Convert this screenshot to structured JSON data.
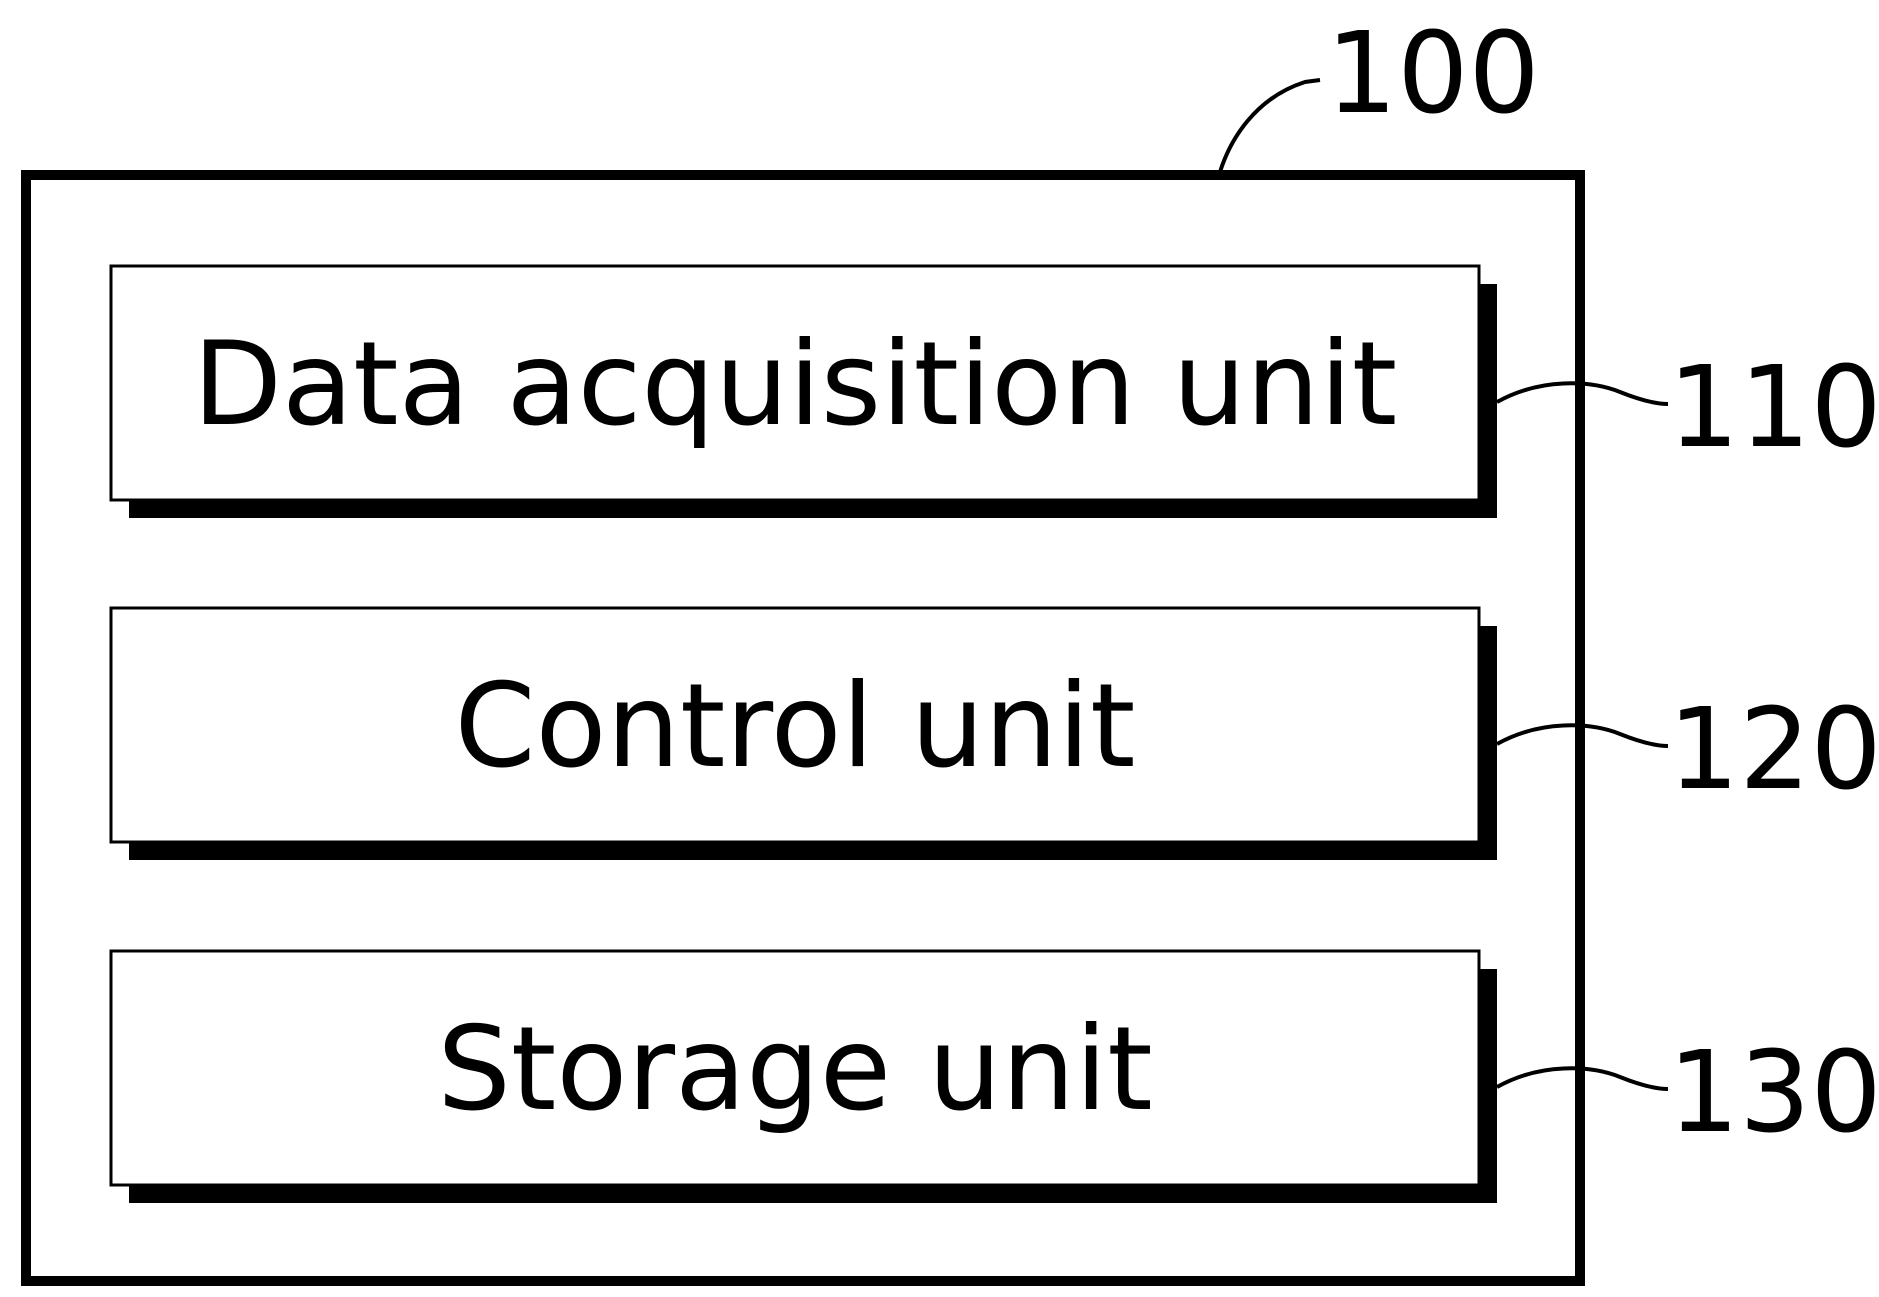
{
  "diagram": {
    "outer_box": {
      "ref_number": "100"
    },
    "units": [
      {
        "label": "Data acquisition unit",
        "ref_number": "110"
      },
      {
        "label": "Control unit",
        "ref_number": "120"
      },
      {
        "label": "Storage unit",
        "ref_number": "130"
      }
    ],
    "colors": {
      "line": "#000000",
      "background": "#ffffff"
    }
  }
}
